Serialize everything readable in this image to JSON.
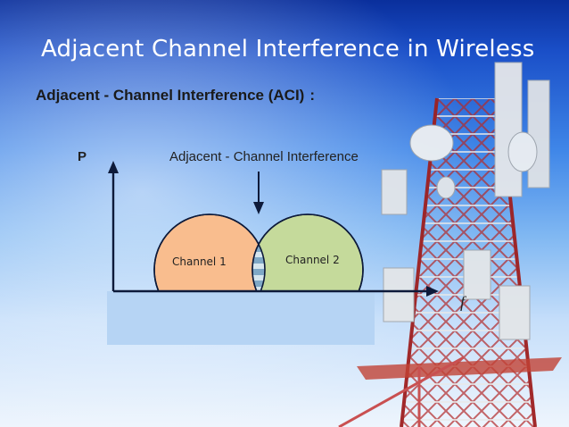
{
  "slide": {
    "title": "Adjacent Channel Interference in Wireless",
    "subtitle": "Adjacent - Channel Interference (ACI)",
    "subtitle_suffix": ":"
  },
  "diagram": {
    "y_axis_label": "P",
    "x_axis_label": "f",
    "interference_label": "Adjacent - Channel Interference",
    "channels": [
      {
        "label": "Channel 1",
        "color": "#f9bd8e"
      },
      {
        "label": "Channel 2",
        "color": "#c5da9b"
      }
    ],
    "overlap_stripe_colors": [
      "#7fa8c6",
      "#d6e6ef"
    ]
  }
}
